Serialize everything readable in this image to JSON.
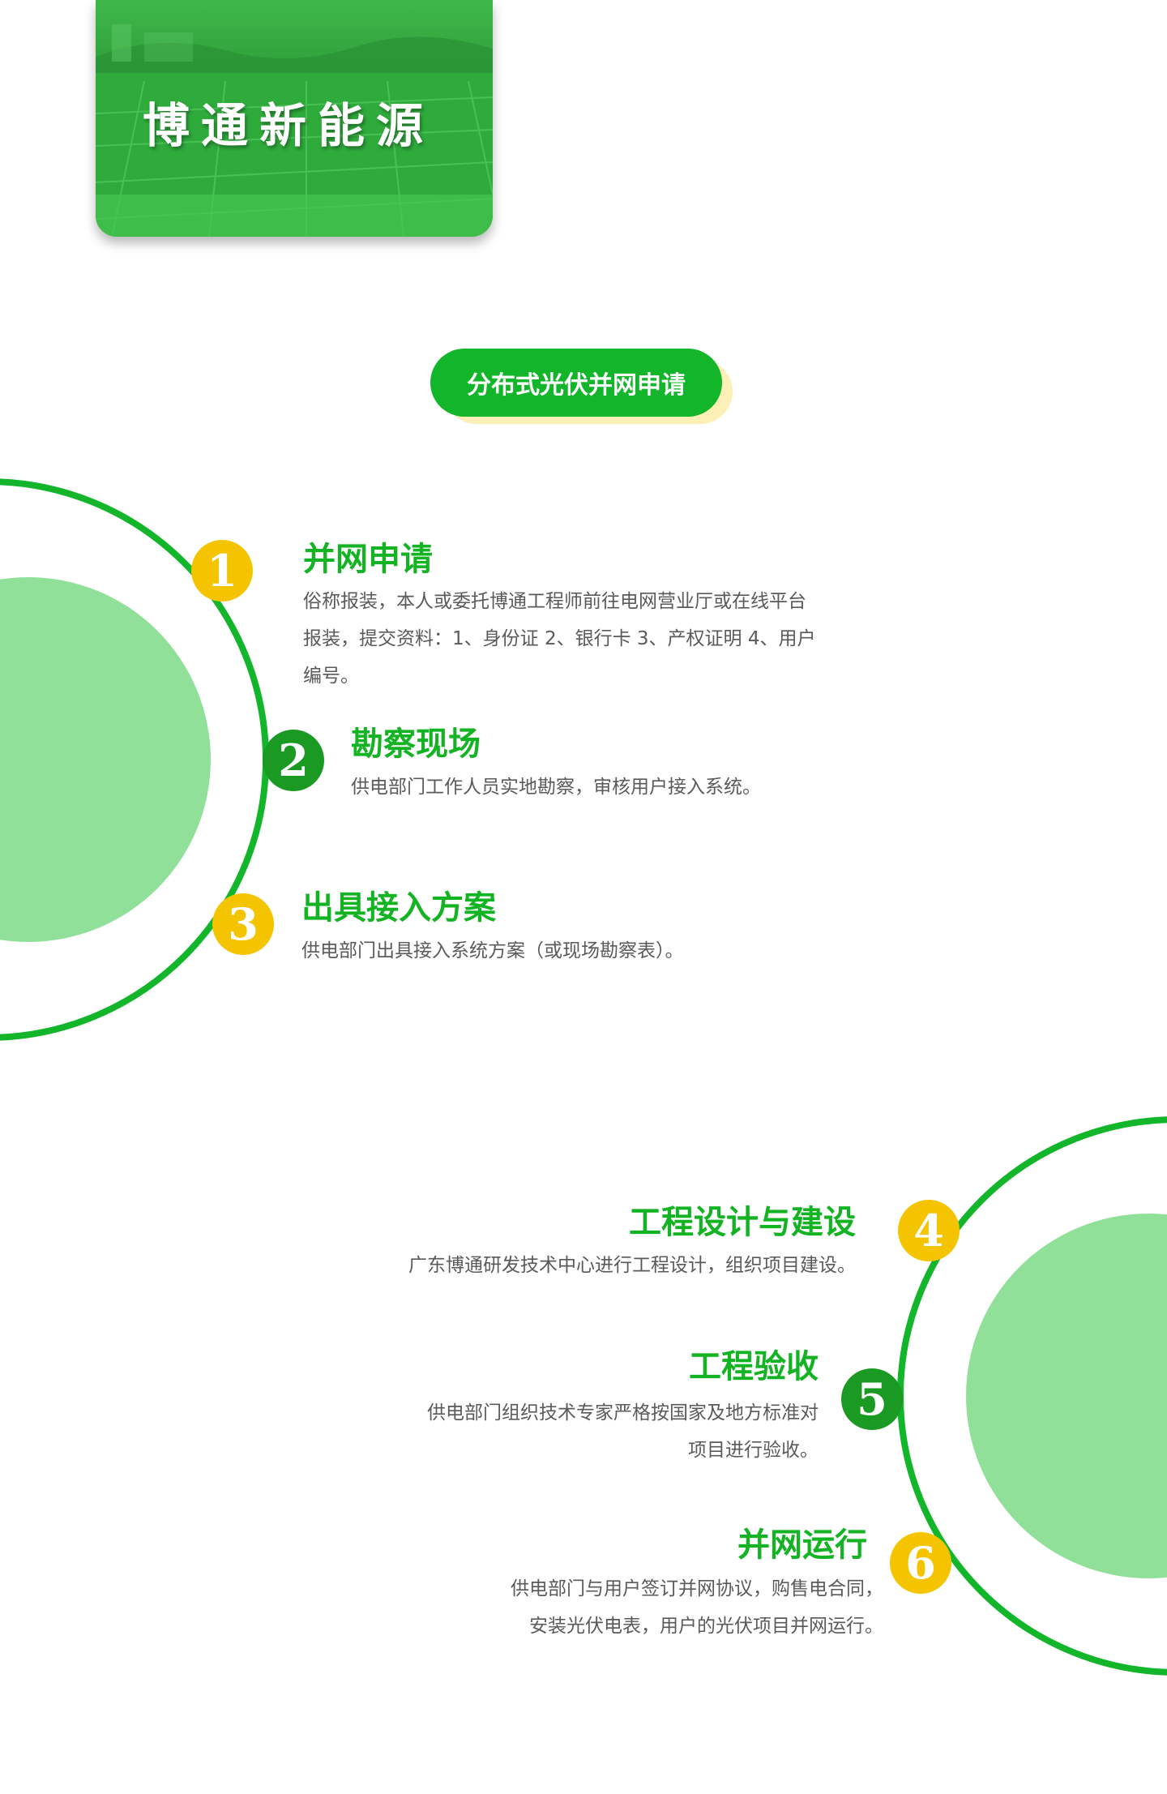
{
  "header": {
    "brand_name": "博通新能源",
    "photo_subject": "solar-panels-field-icon"
  },
  "section": {
    "title": "分布式光伏并网申请"
  },
  "colors": {
    "primary_green": "#13b52a",
    "dark_green": "#1a9a22",
    "light_green": "#90e09a",
    "yellow": "#f5c400",
    "pale_yellow": "#fdf0b6",
    "text_gray": "#5a5a5a"
  },
  "steps": [
    {
      "number": "1",
      "title": "并网申请",
      "desc_lines": [
        "俗称报装，本人或委托博通工程师前往电网营业厅或在线平台",
        "报装，提交资料：1、身份证 2、银行卡 3、产权证明 4、用户",
        "编号。"
      ]
    },
    {
      "number": "2",
      "title": "勘察现场",
      "desc_lines": [
        "供电部门工作人员实地勘察，审核用户接入系统。"
      ]
    },
    {
      "number": "3",
      "title": "出具接入方案",
      "desc_lines": [
        "供电部门出具接入系统方案（或现场勘察表）。"
      ]
    },
    {
      "number": "4",
      "title": "工程设计与建设",
      "desc_lines": [
        "广东博通研发技术中心进行工程设计，组织项目建设。"
      ]
    },
    {
      "number": "5",
      "title": "工程验收",
      "desc_lines": [
        "供电部门组织技术专家严格按国家及地方标准对",
        "项目进行验收。"
      ]
    },
    {
      "number": "6",
      "title": "并网运行",
      "desc_lines": [
        "供电部门与用户签订并网协议，购售电合同，",
        "安装光伏电表，用户的光伏项目并网运行。"
      ]
    }
  ]
}
